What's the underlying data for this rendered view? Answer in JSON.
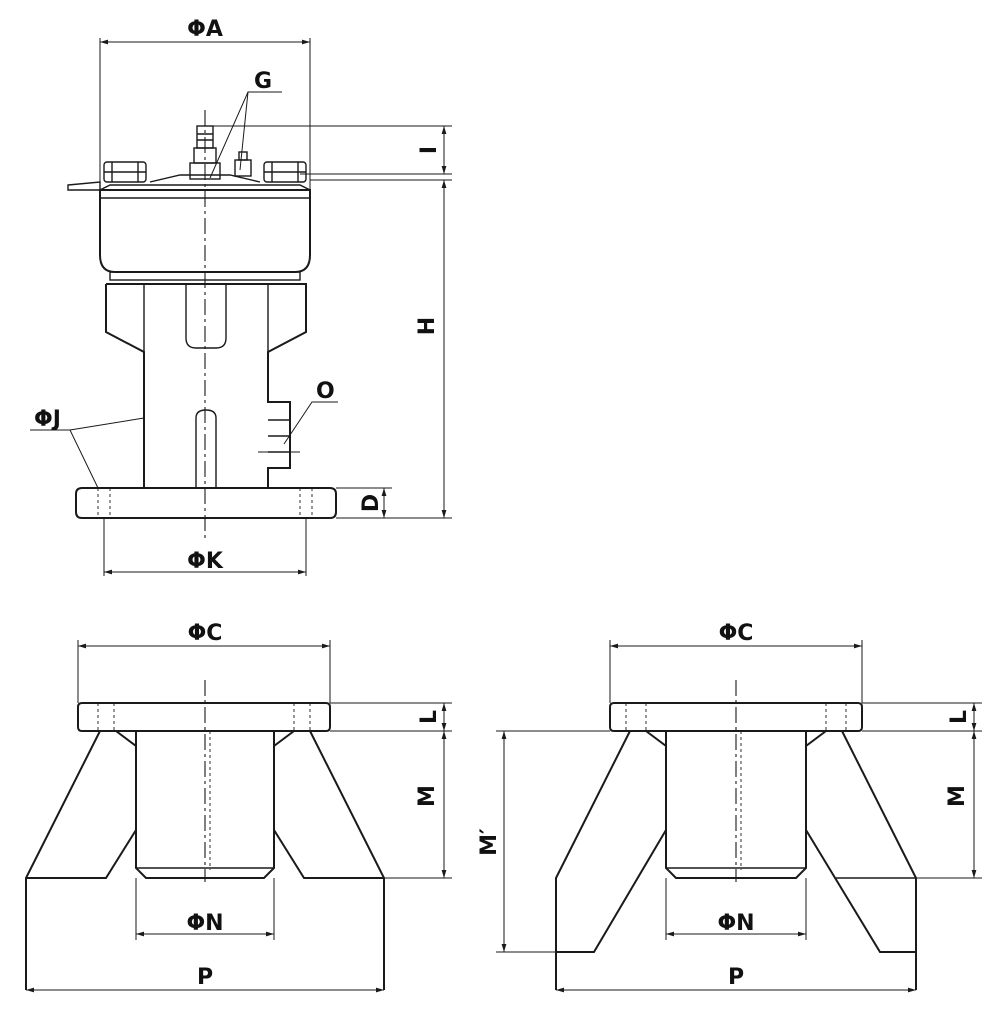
{
  "labels": {
    "phiA": "ΦA",
    "G": "G",
    "I": "I",
    "H": "H",
    "O": "O",
    "phiJ": "ΦJ",
    "D": "D",
    "phiK": "ΦK",
    "phiC_left": "ΦC",
    "L_left": "L",
    "M_left": "M",
    "phiN_left": "ΦN",
    "P_left": "P",
    "phiC_right": "ΦC",
    "L_right": "L",
    "M_right": "M",
    "Mprime": "M′",
    "phiN_right": "ΦN",
    "P_right": "P"
  }
}
